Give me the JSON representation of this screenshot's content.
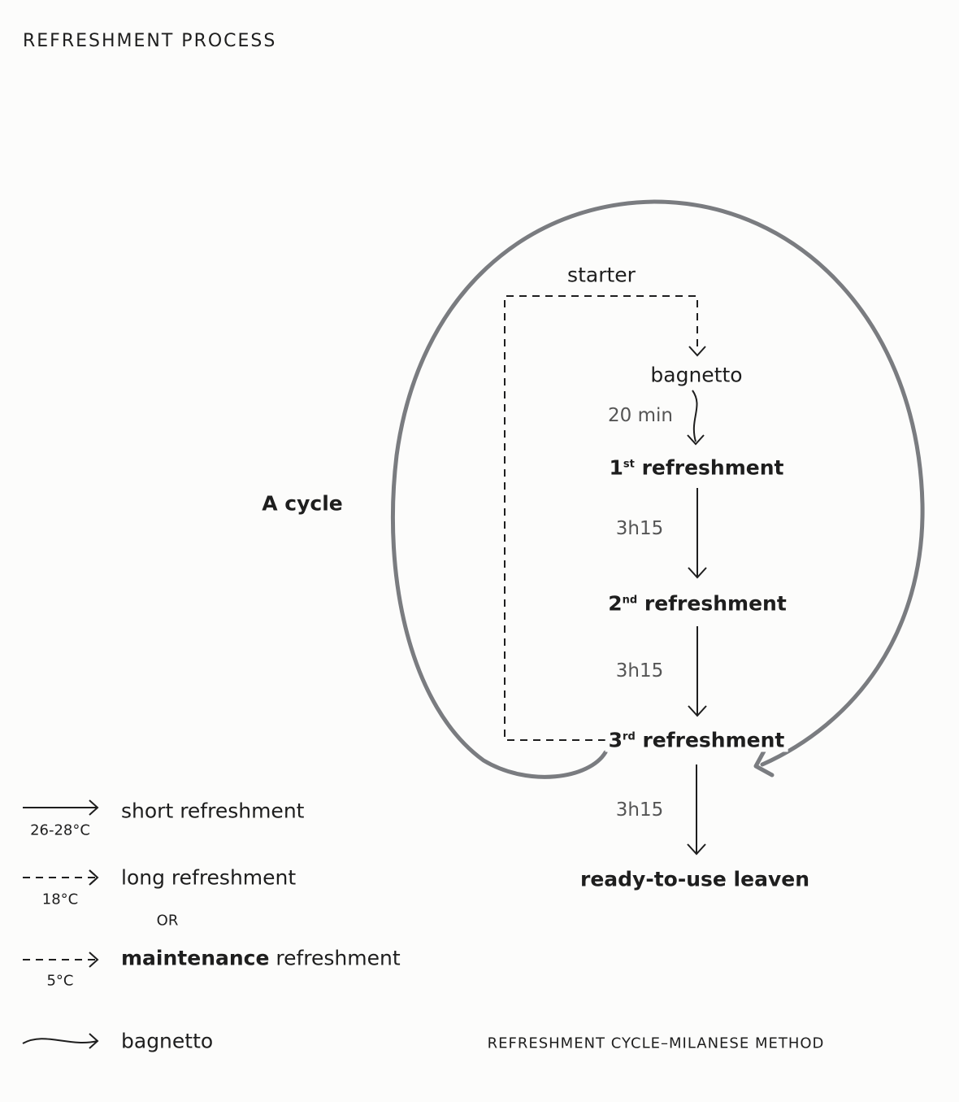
{
  "title": "REFRESHMENT PROCESS",
  "cycle_label": "A cycle",
  "nodes": {
    "starter": "starter",
    "bagnetto": "bagnetto",
    "first": {
      "num": "1",
      "sup": "st",
      "label": " refreshment"
    },
    "second": {
      "num": "2",
      "sup": "nd",
      "label": " refreshment"
    },
    "third": {
      "num": "3",
      "sup": "rd",
      "label": " refreshment"
    },
    "leaven": "ready-to-use leaven"
  },
  "durations": {
    "bagnetto_to_first": "20 min",
    "first_to_second": "3h15",
    "second_to_third": "3h15",
    "third_to_leaven": "3h15"
  },
  "legend": {
    "short": {
      "label": "short refreshment",
      "temp": "26-28°C"
    },
    "long": {
      "label": "long refreshment",
      "temp": "18°C"
    },
    "or": "OR",
    "maintenance": {
      "bold": "maintenance",
      "label": " refreshment",
      "temp": "5°C"
    },
    "bagnetto": {
      "label": "bagnetto"
    }
  },
  "caption": "REFRESHMENT CYCLE–MILANESE METHOD",
  "colors": {
    "loop": "#7a7c80",
    "ink": "#1e1e1e"
  }
}
